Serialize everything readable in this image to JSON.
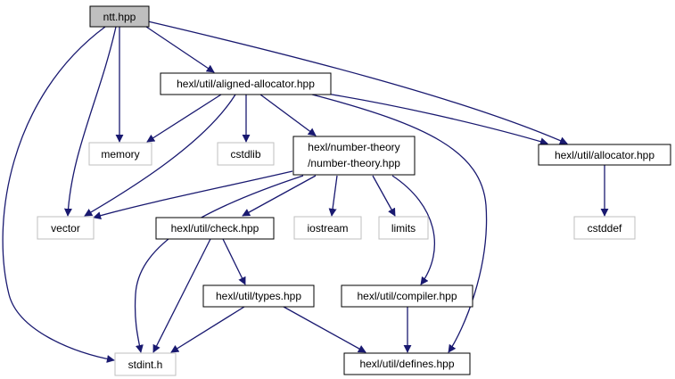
{
  "colors": {
    "edge": "#191970",
    "root_fill": "#bfbfbf",
    "header_border": "#000000",
    "system_border": "#bfbfbf",
    "background": "#ffffff"
  },
  "nodes": {
    "ntt": {
      "label": "ntt.hpp",
      "kind": "root"
    },
    "aligned_allocator": {
      "label": "hexl/util/aligned-allocator.hpp",
      "kind": "header"
    },
    "memory": {
      "label": "memory",
      "kind": "system"
    },
    "cstdlib": {
      "label": "cstdlib",
      "kind": "system"
    },
    "number_theory": {
      "label_line1": "hexl/number-theory",
      "label_line2": "/number-theory.hpp",
      "kind": "header"
    },
    "allocator": {
      "label": "hexl/util/allocator.hpp",
      "kind": "header"
    },
    "vector": {
      "label": "vector",
      "kind": "system"
    },
    "check": {
      "label": "hexl/util/check.hpp",
      "kind": "header"
    },
    "iostream": {
      "label": "iostream",
      "kind": "system"
    },
    "limits": {
      "label": "limits",
      "kind": "system"
    },
    "cstddef": {
      "label": "cstddef",
      "kind": "system"
    },
    "types": {
      "label": "hexl/util/types.hpp",
      "kind": "header"
    },
    "compiler": {
      "label": "hexl/util/compiler.hpp",
      "kind": "header"
    },
    "stdint": {
      "label": "stdint.h",
      "kind": "system"
    },
    "defines": {
      "label": "hexl/util/defines.hpp",
      "kind": "header"
    }
  },
  "edges": [
    {
      "from": "ntt.hpp",
      "to": "hexl/util/aligned-allocator.hpp"
    },
    {
      "from": "ntt.hpp",
      "to": "memory"
    },
    {
      "from": "ntt.hpp",
      "to": "vector"
    },
    {
      "from": "ntt.hpp",
      "to": "stdint.h"
    },
    {
      "from": "ntt.hpp",
      "to": "hexl/util/allocator.hpp"
    },
    {
      "from": "hexl/util/aligned-allocator.hpp",
      "to": "memory"
    },
    {
      "from": "hexl/util/aligned-allocator.hpp",
      "to": "cstdlib"
    },
    {
      "from": "hexl/util/aligned-allocator.hpp",
      "to": "vector"
    },
    {
      "from": "hexl/util/aligned-allocator.hpp",
      "to": "hexl/number-theory/number-theory.hpp"
    },
    {
      "from": "hexl/util/aligned-allocator.hpp",
      "to": "hexl/util/allocator.hpp"
    },
    {
      "from": "hexl/util/aligned-allocator.hpp",
      "to": "hexl/util/defines.hpp"
    },
    {
      "from": "hexl/number-theory/number-theory.hpp",
      "to": "vector"
    },
    {
      "from": "hexl/number-theory/number-theory.hpp",
      "to": "stdint.h"
    },
    {
      "from": "hexl/number-theory/number-theory.hpp",
      "to": "hexl/util/check.hpp"
    },
    {
      "from": "hexl/number-theory/number-theory.hpp",
      "to": "iostream"
    },
    {
      "from": "hexl/number-theory/number-theory.hpp",
      "to": "limits"
    },
    {
      "from": "hexl/number-theory/number-theory.hpp",
      "to": "hexl/util/compiler.hpp"
    },
    {
      "from": "hexl/util/allocator.hpp",
      "to": "cstddef"
    },
    {
      "from": "hexl/util/check.hpp",
      "to": "hexl/util/types.hpp"
    },
    {
      "from": "hexl/util/check.hpp",
      "to": "stdint.h"
    },
    {
      "from": "hexl/util/types.hpp",
      "to": "stdint.h"
    },
    {
      "from": "hexl/util/types.hpp",
      "to": "hexl/util/defines.hpp"
    },
    {
      "from": "hexl/util/compiler.hpp",
      "to": "hexl/util/defines.hpp"
    }
  ]
}
